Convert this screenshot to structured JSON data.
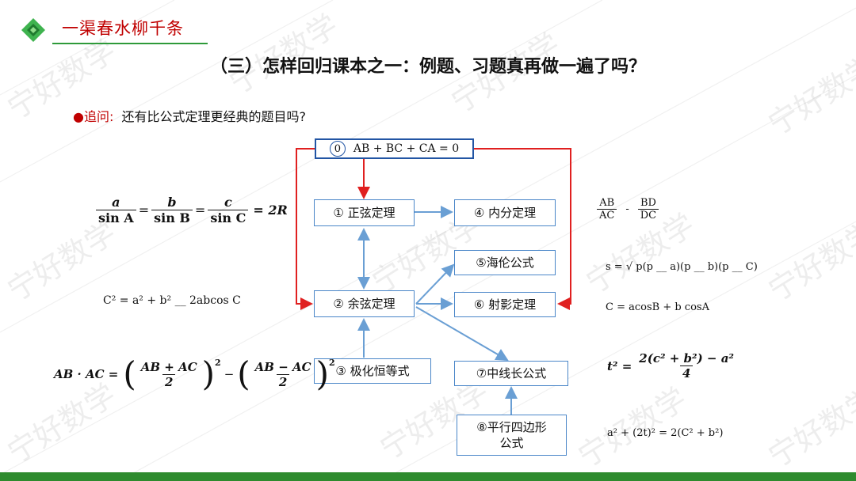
{
  "header": {
    "title": "一渠春水柳千条",
    "accent_color": "#c00000",
    "rule_color": "#2e9a3a"
  },
  "main_title": "（三）怎样回归课本之一：例题、习题真再做一遍了吗？",
  "question": {
    "bullet": "●",
    "label": "追问:",
    "text": "还有比公式定理更经典的题目吗?"
  },
  "watermark": "宁好数学",
  "diagram": {
    "top_box": {
      "num": "0",
      "text": "AB + BC + CA = 0"
    },
    "nodes": {
      "n1": "① 正弦定理",
      "n2": "② 余弦定理",
      "n3": "③ 极化恒等式",
      "n4": "④ 内分定理",
      "n5": "⑤海伦公式",
      "n6": "⑥ 射影定理",
      "n7": "⑦中线长公式",
      "n8_line1": "⑧平行四边形",
      "n8_line2": "公式"
    },
    "arrow_red": "#e02020",
    "arrow_blue": "#6a9fd4",
    "box_border": "#4a86c8"
  },
  "formulas": {
    "sine_law": {
      "a": "a",
      "b": "b",
      "c": "c",
      "sinA": "sin A",
      "sinB": "sin B",
      "sinC": "sin C",
      "rhs": "= 2R"
    },
    "cosine_law": "C² = a² + b² __ 2abcos C",
    "polarization": {
      "lhs": "AB · AC =",
      "t1": "AB + AC",
      "t2": "AB − AC",
      "den": "2",
      "exp": "2"
    },
    "angle_bisector": {
      "n1": "AB",
      "d1": "AC",
      "n2": "BD",
      "d2": "DC",
      "sep": "-"
    },
    "heron": "s = √ p(p __ a)(p __ b)(p __ C)",
    "projection": "C = acosB + b cosA",
    "median": {
      "lhs": "t² =",
      "num": "2(c² + b²) − a²",
      "den": "4"
    },
    "parallelogram": "a² + (2t)² = 2(C² + b²)"
  },
  "footer_color": "#2e8b2e"
}
